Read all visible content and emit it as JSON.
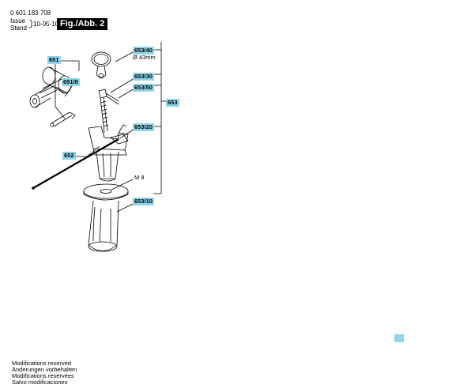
{
  "header": {
    "doc_number": "0 601 183 708",
    "issue_label": "Issue",
    "stand_label": "Stand",
    "issue_date": "10-05-10",
    "figure_label": "Fig./Abb. 2"
  },
  "parts": {
    "p651": "651",
    "p651_8": "651/8",
    "p652": "652",
    "p653": "653",
    "p653_10": "653/10",
    "p653_20": "653/20",
    "p653_30": "653/30",
    "p653_40": "653/40",
    "p653_40_note": "Ø 43mm",
    "p653_50": "653/50",
    "m8_label": "M 8"
  },
  "footer": {
    "line1": "Modifications reserved",
    "line2": "Änderungen vorbehalten",
    "line3": "Modifications reservées",
    "line4": "Salvo modificaciones"
  },
  "colors": {
    "tag": "#8fd4ea"
  }
}
